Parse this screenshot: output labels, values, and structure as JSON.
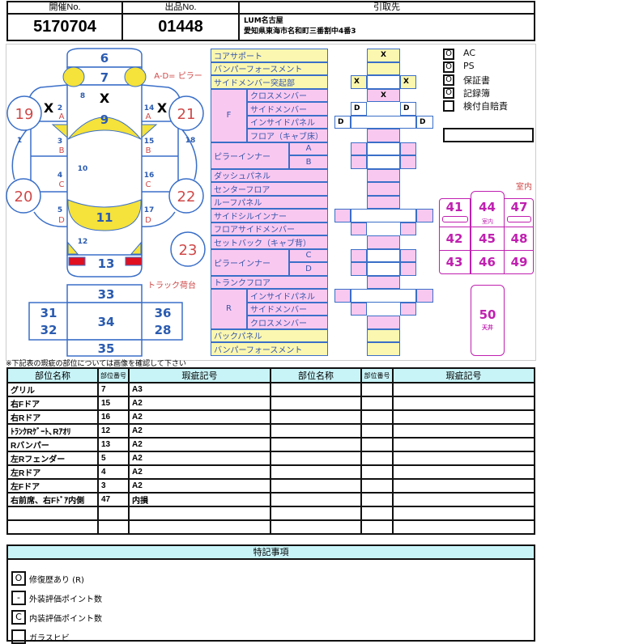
{
  "header": {
    "auction_no_label": "開催No.",
    "lot_no_label": "出品No.",
    "pickup_label": "引取先",
    "auction_no": "5170704",
    "lot_no": "01448",
    "pickup_name": "LUM名古屋",
    "pickup_address": "愛知県東海市名和町三番割中4番3"
  },
  "car": {
    "p6": "6",
    "p7": "7",
    "p8": "8",
    "p9": "9",
    "p10": "10",
    "p11": "11",
    "p12": "12",
    "p13": "13",
    "p1": "1",
    "p18": "18",
    "p2": "2",
    "p3": "3",
    "p4": "4",
    "p5": "5",
    "p14": "14",
    "p15": "15",
    "p16": "16",
    "p17": "17",
    "a": "A",
    "b": "B",
    "c": "C",
    "d": "D",
    "c19": "19",
    "c20": "20",
    "c21": "21",
    "c22": "22",
    "c23": "23",
    "pillar_note": "A-D= ピラー",
    "mark_x": "X",
    "truck_label": "トラック荷台",
    "t33": "33",
    "t34": "34",
    "t31": "31",
    "t32": "32",
    "t36": "36",
    "t28": "28",
    "t35": "35"
  },
  "frame": {
    "rows": [
      "コアサポート",
      "バンパーフォースメント",
      "サイドメンバー突起部",
      "クロスメンバー",
      "サイドメンバー",
      "インサイドパネル",
      "フロア（キャブ床）",
      "A",
      "B",
      "ダッシュパネル",
      "センターフロア",
      "ルーフパネル",
      "サイドシルインナー",
      "フロアサイドメンバー",
      "セットバック（キャブ背）",
      "C",
      "D",
      "トランクフロア",
      "インサイドパネル",
      "サイドメンバー",
      "クロスメンバー",
      "バックパネル",
      "バンパーフォースメント"
    ],
    "group_f": "F",
    "group_r": "R",
    "pillar_inner_1": "ピラーインナー",
    "pillar_inner_2": "ピラーインナー",
    "marks": {
      "0c": "X",
      "2l": "X",
      "2r": "X",
      "3c": "X",
      "4l": "D",
      "4r": "D",
      "5l": "D",
      "5r": "D"
    }
  },
  "equipment": [
    {
      "mark": "O",
      "label": "AC"
    },
    {
      "mark": "O",
      "label": "PS"
    },
    {
      "mark": "O",
      "label": "保証書"
    },
    {
      "mark": "O",
      "label": "記録簿"
    },
    {
      "mark": "",
      "label": "検付自賠責"
    }
  ],
  "interior": {
    "title": "室内",
    "cells": [
      "41",
      "44",
      "47",
      "42",
      "45",
      "48",
      "43",
      "46",
      "49"
    ],
    "sub44": "室内",
    "roof": "50",
    "roof_sub": "天井"
  },
  "damage_table": {
    "note": "※下記表の瑕疵の部位については画像を確認して下さい",
    "headers": [
      "部位名称",
      "部位番号",
      "瑕疵記号",
      "部位名称",
      "部位番号",
      "瑕疵記号"
    ],
    "rows": [
      [
        "グリル",
        "7",
        "A3"
      ],
      [
        "右Fドア",
        "15",
        "A2"
      ],
      [
        "右Rドア",
        "16",
        "A2"
      ],
      [
        "ﾄﾗﾝｸRｹﾞｰﾄ､Rｱｵﾘ",
        "12",
        "A2"
      ],
      [
        "Rバンパー",
        "13",
        "A2"
      ],
      [
        "左Rフェンダー",
        "5",
        "A2"
      ],
      [
        "左Rドア",
        "4",
        "A2"
      ],
      [
        "左Fドア",
        "3",
        "A2"
      ],
      [
        "右前席、右Fﾄﾞｱ内側",
        "47",
        "内損"
      ],
      [
        "",
        "",
        ""
      ],
      [
        "",
        "",
        ""
      ]
    ]
  },
  "special_notes": {
    "title": "特記事項",
    "items": [
      {
        "mark": "O",
        "label": "修復歴あり (R)"
      },
      {
        "mark": "-",
        "label": "外装評価ポイント数"
      },
      {
        "mark": "C",
        "label": "内装評価ポイント数"
      },
      {
        "mark": "",
        "label": "ガラスヒビ"
      }
    ]
  }
}
